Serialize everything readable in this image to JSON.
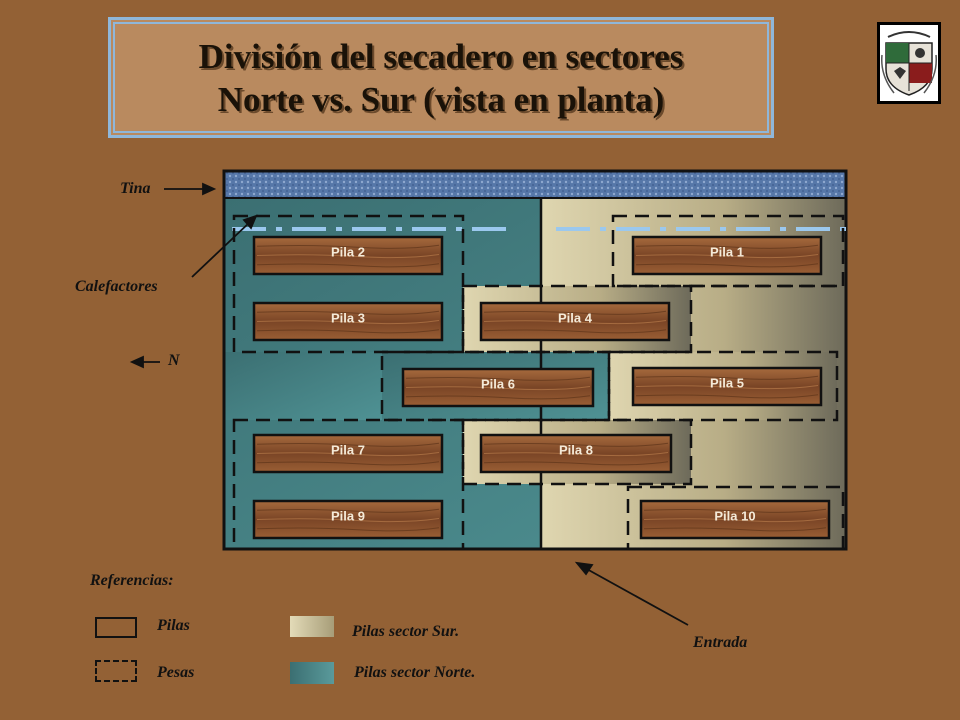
{
  "title": {
    "line1": "División del secadero en sectores",
    "line2": "Norte vs. Sur (vista en planta)"
  },
  "crest": {
    "icon": "coat-of-arms-icon"
  },
  "labels": {
    "tina": "Tina",
    "calefactores": "Calefactores",
    "north": "N",
    "entrada": "Entrada"
  },
  "piles": [
    "Pila 1",
    "Pila 2",
    "Pila 3",
    "Pila 4",
    "Pila 5",
    "Pila 6",
    "Pila 7",
    "Pila 8",
    "Pila 9",
    "Pila 10"
  ],
  "legend": {
    "heading": "Referencias:",
    "pilas": "Pilas",
    "pesas": "Pesas",
    "sur": "Pilas sector Sur.",
    "norte": "Pilas sector Norte."
  },
  "colors": {
    "background": "#936135",
    "north_sector": "#3f7779",
    "south_sector": "#d9cfa6",
    "tank": "#4b6ea0",
    "heater_line": "#9bc8ee",
    "wood": "#8a5330"
  }
}
